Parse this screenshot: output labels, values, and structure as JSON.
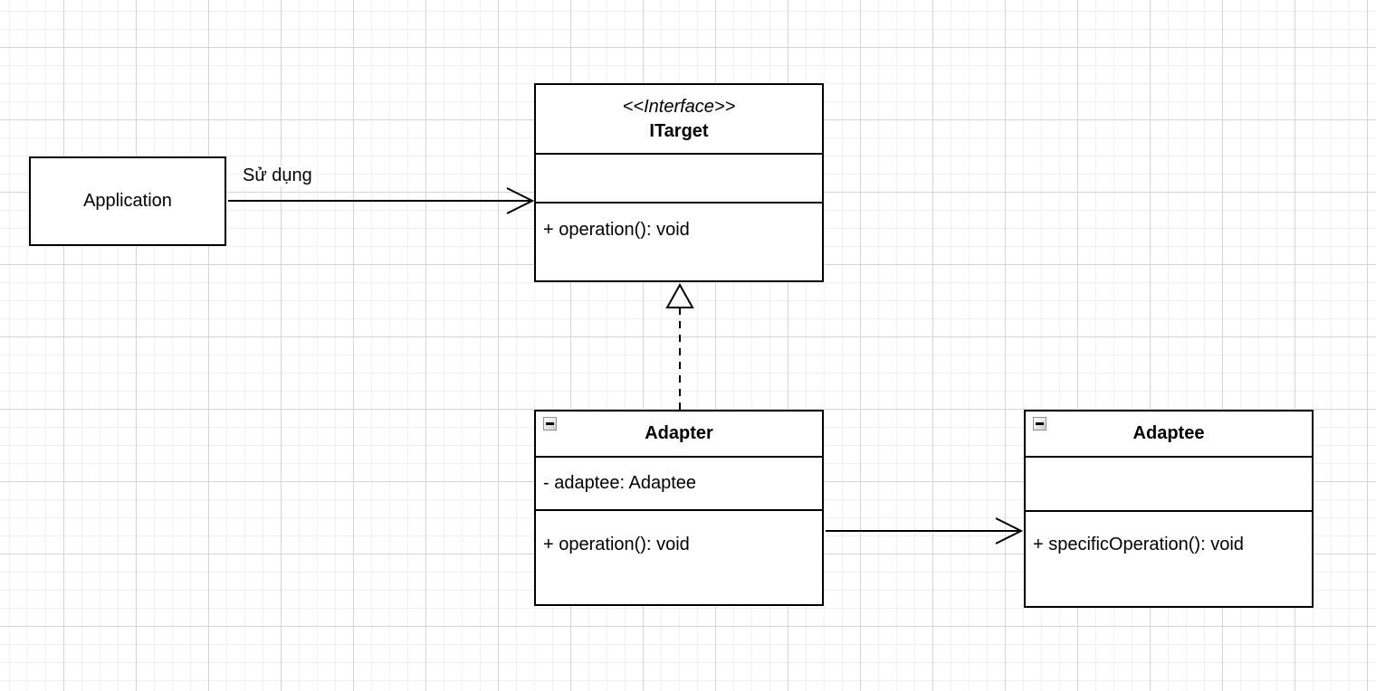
{
  "canvas": {
    "background_color": "#ffffff",
    "grid_minor_color": "#f0f0f0",
    "grid_major_color": "#d4d4d4",
    "stroke_color": "#000000",
    "fill_color": "#ffffff"
  },
  "nodes": {
    "application": {
      "label": "Application"
    },
    "itarget": {
      "stereotype": "<<Interface>>",
      "name": "ITarget",
      "attributes": [],
      "methods": [
        "+ operation(): void"
      ]
    },
    "adapter": {
      "name": "Adapter",
      "fold_icon": "minus-collapse-icon",
      "attributes": [
        "- adaptee: Adaptee"
      ],
      "methods": [
        "+ operation(): void"
      ]
    },
    "adaptee": {
      "name": "Adaptee",
      "fold_icon": "minus-collapse-icon",
      "attributes": [],
      "methods": [
        "+ specificOperation(): void"
      ]
    }
  },
  "edges": {
    "uses": {
      "label": "Sử dụng",
      "from": "Application",
      "to": "ITarget",
      "style": "solid-open-arrow"
    },
    "realization": {
      "from": "Adapter",
      "to": "ITarget",
      "style": "dashed-hollow-triangle"
    },
    "association": {
      "from": "Adapter",
      "to": "Adaptee",
      "style": "solid-open-arrow"
    }
  }
}
